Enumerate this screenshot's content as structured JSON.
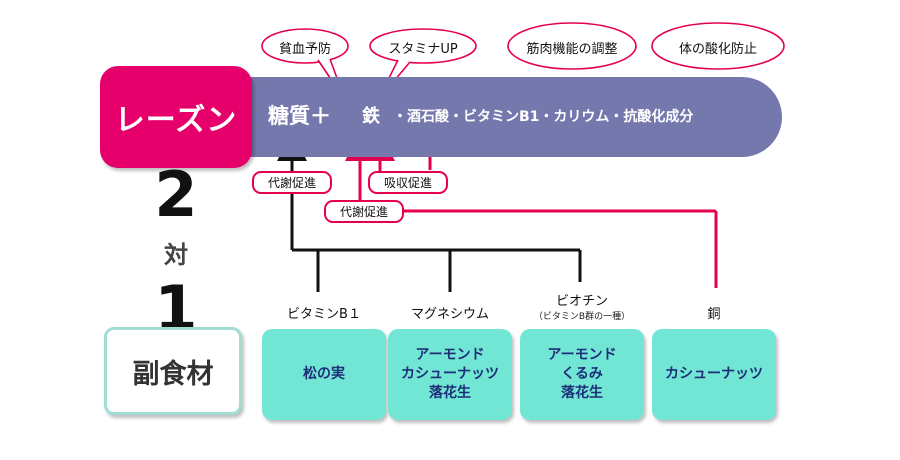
{
  "main_food": "レーズン",
  "ratio": {
    "left": "2",
    "word": "対",
    "right": "1"
  },
  "side_food_label": "副食材",
  "nutrients": {
    "main": "糖質＋",
    "iron": "鉄",
    "rest": "・酒石酸・ビタミンB1・カリウム・抗酸化成分"
  },
  "bubbles": [
    "貧血予防",
    "スタミナUP",
    "筋肉機能の調整",
    "体の酸化防止"
  ],
  "tags": {
    "metabolism_top": "代謝促進",
    "absorption": "吸収促進",
    "metabolism_mid": "代謝促進"
  },
  "nutrient_labels": {
    "vitamin_b1": "ビタミンB１",
    "magnesium": "マグネシウム",
    "biotin": "ビオチン",
    "biotin_note": "（ビタミンB群の一種）",
    "copper": "銅"
  },
  "foods": {
    "pine_nuts": [
      "松の実"
    ],
    "magnesium_foods": [
      "アーモンド",
      "カシューナッツ",
      "落花生"
    ],
    "biotin_foods": [
      "アーモンド",
      "くるみ",
      "落花生"
    ],
    "copper_foods": [
      "カシューナッツ"
    ]
  },
  "colors": {
    "raisin_box": "#e5006b",
    "nutrient_bar": "#7578ad",
    "food_box": "#72e6d4",
    "food_text": "#1e2d78",
    "red_arrow": "#e5004f",
    "black_arrow": "#111111"
  }
}
